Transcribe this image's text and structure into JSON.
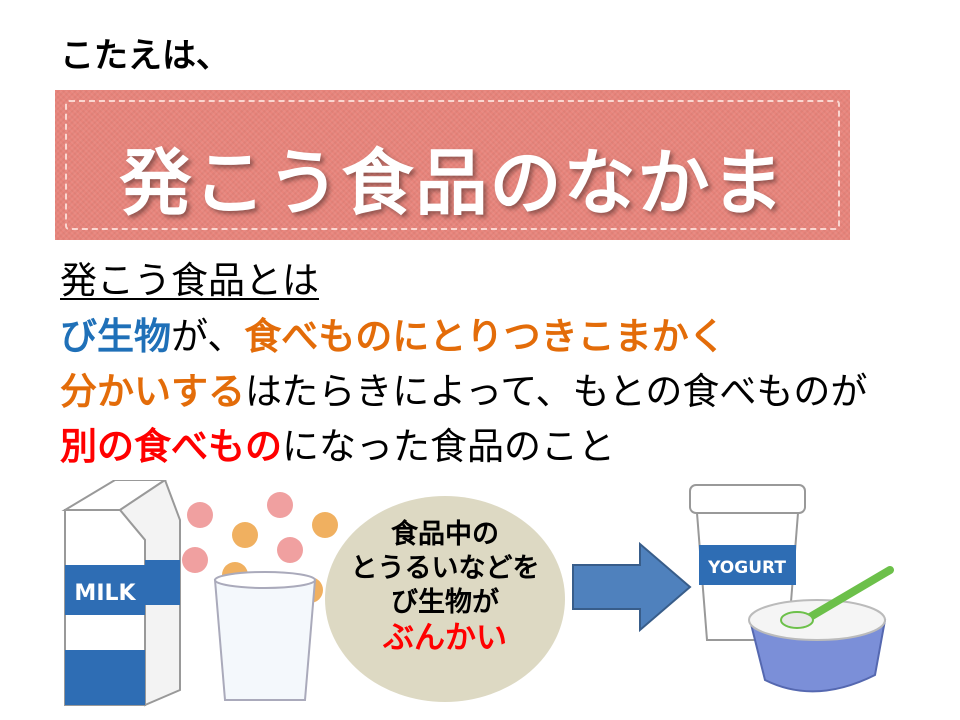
{
  "heading": "こたえは、",
  "banner_title": "発こう食品のなかま",
  "definition": {
    "line1": "発こう食品とは",
    "line2": {
      "a": "び生物",
      "b": "が、",
      "c": "食べものにとりつきこまかく"
    },
    "line3": {
      "a": "分かいする",
      "b": "はたらきによって、もとの食べものが"
    },
    "line4": {
      "a": "別の食べもの",
      "b": "になった食品のこと"
    }
  },
  "bubble": {
    "line1": "食品中の",
    "line2": "とうるいなどを",
    "line3": "び生物が",
    "line4": "ぶんかい"
  },
  "illustrations": {
    "milk_label": "MILK",
    "yogurt_label": "YOGURT"
  },
  "colors": {
    "banner": "#e8847b",
    "blue": "#1f70b8",
    "orange": "#e36c09",
    "red": "#ff0000",
    "bubble": "#ddd9c3",
    "arrow": "#4f81bd"
  }
}
